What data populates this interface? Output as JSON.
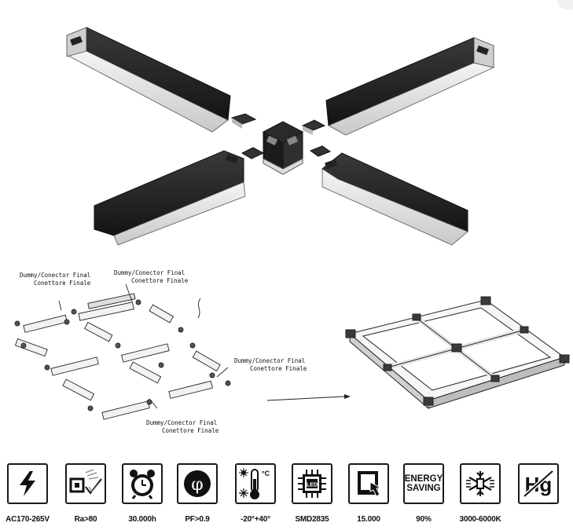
{
  "callouts": [
    {
      "line1": "Dummy/Conector Final",
      "line2": "Conettore Finale"
    },
    {
      "line1": "Dummy/Conector Final",
      "line2": "Conettore Finale"
    },
    {
      "line1": "Dummy/Conector Final",
      "line2": "Conettore Finale"
    },
    {
      "line1": "Dummy/Conector Final",
      "line2": "Conettore Finale"
    }
  ],
  "features": [
    {
      "icon": "lightning-bolt-icon",
      "label": "AC170-265V"
    },
    {
      "icon": "color-rendering-icon",
      "label": "Ra>80"
    },
    {
      "icon": "alarm-clock-icon",
      "label": "30.000h"
    },
    {
      "icon": "power-factor-icon",
      "label": "PF>0.9"
    },
    {
      "icon": "thermometer-icon",
      "label": "-20°+40°",
      "unit": "°C"
    },
    {
      "icon": "led-chip-icon",
      "label": "SMD2835",
      "chip_text": "LED"
    },
    {
      "icon": "touch-panel-icon",
      "label": "15.000"
    },
    {
      "icon": "energy-saving-icon",
      "label": "90%",
      "text_line1": "ENERGY",
      "text_line2": "SAVING"
    },
    {
      "icon": "cold-resistant-icon",
      "label": "3000-6000K"
    },
    {
      "icon": "no-mercury-icon",
      "label": "",
      "text": "Hg"
    }
  ]
}
